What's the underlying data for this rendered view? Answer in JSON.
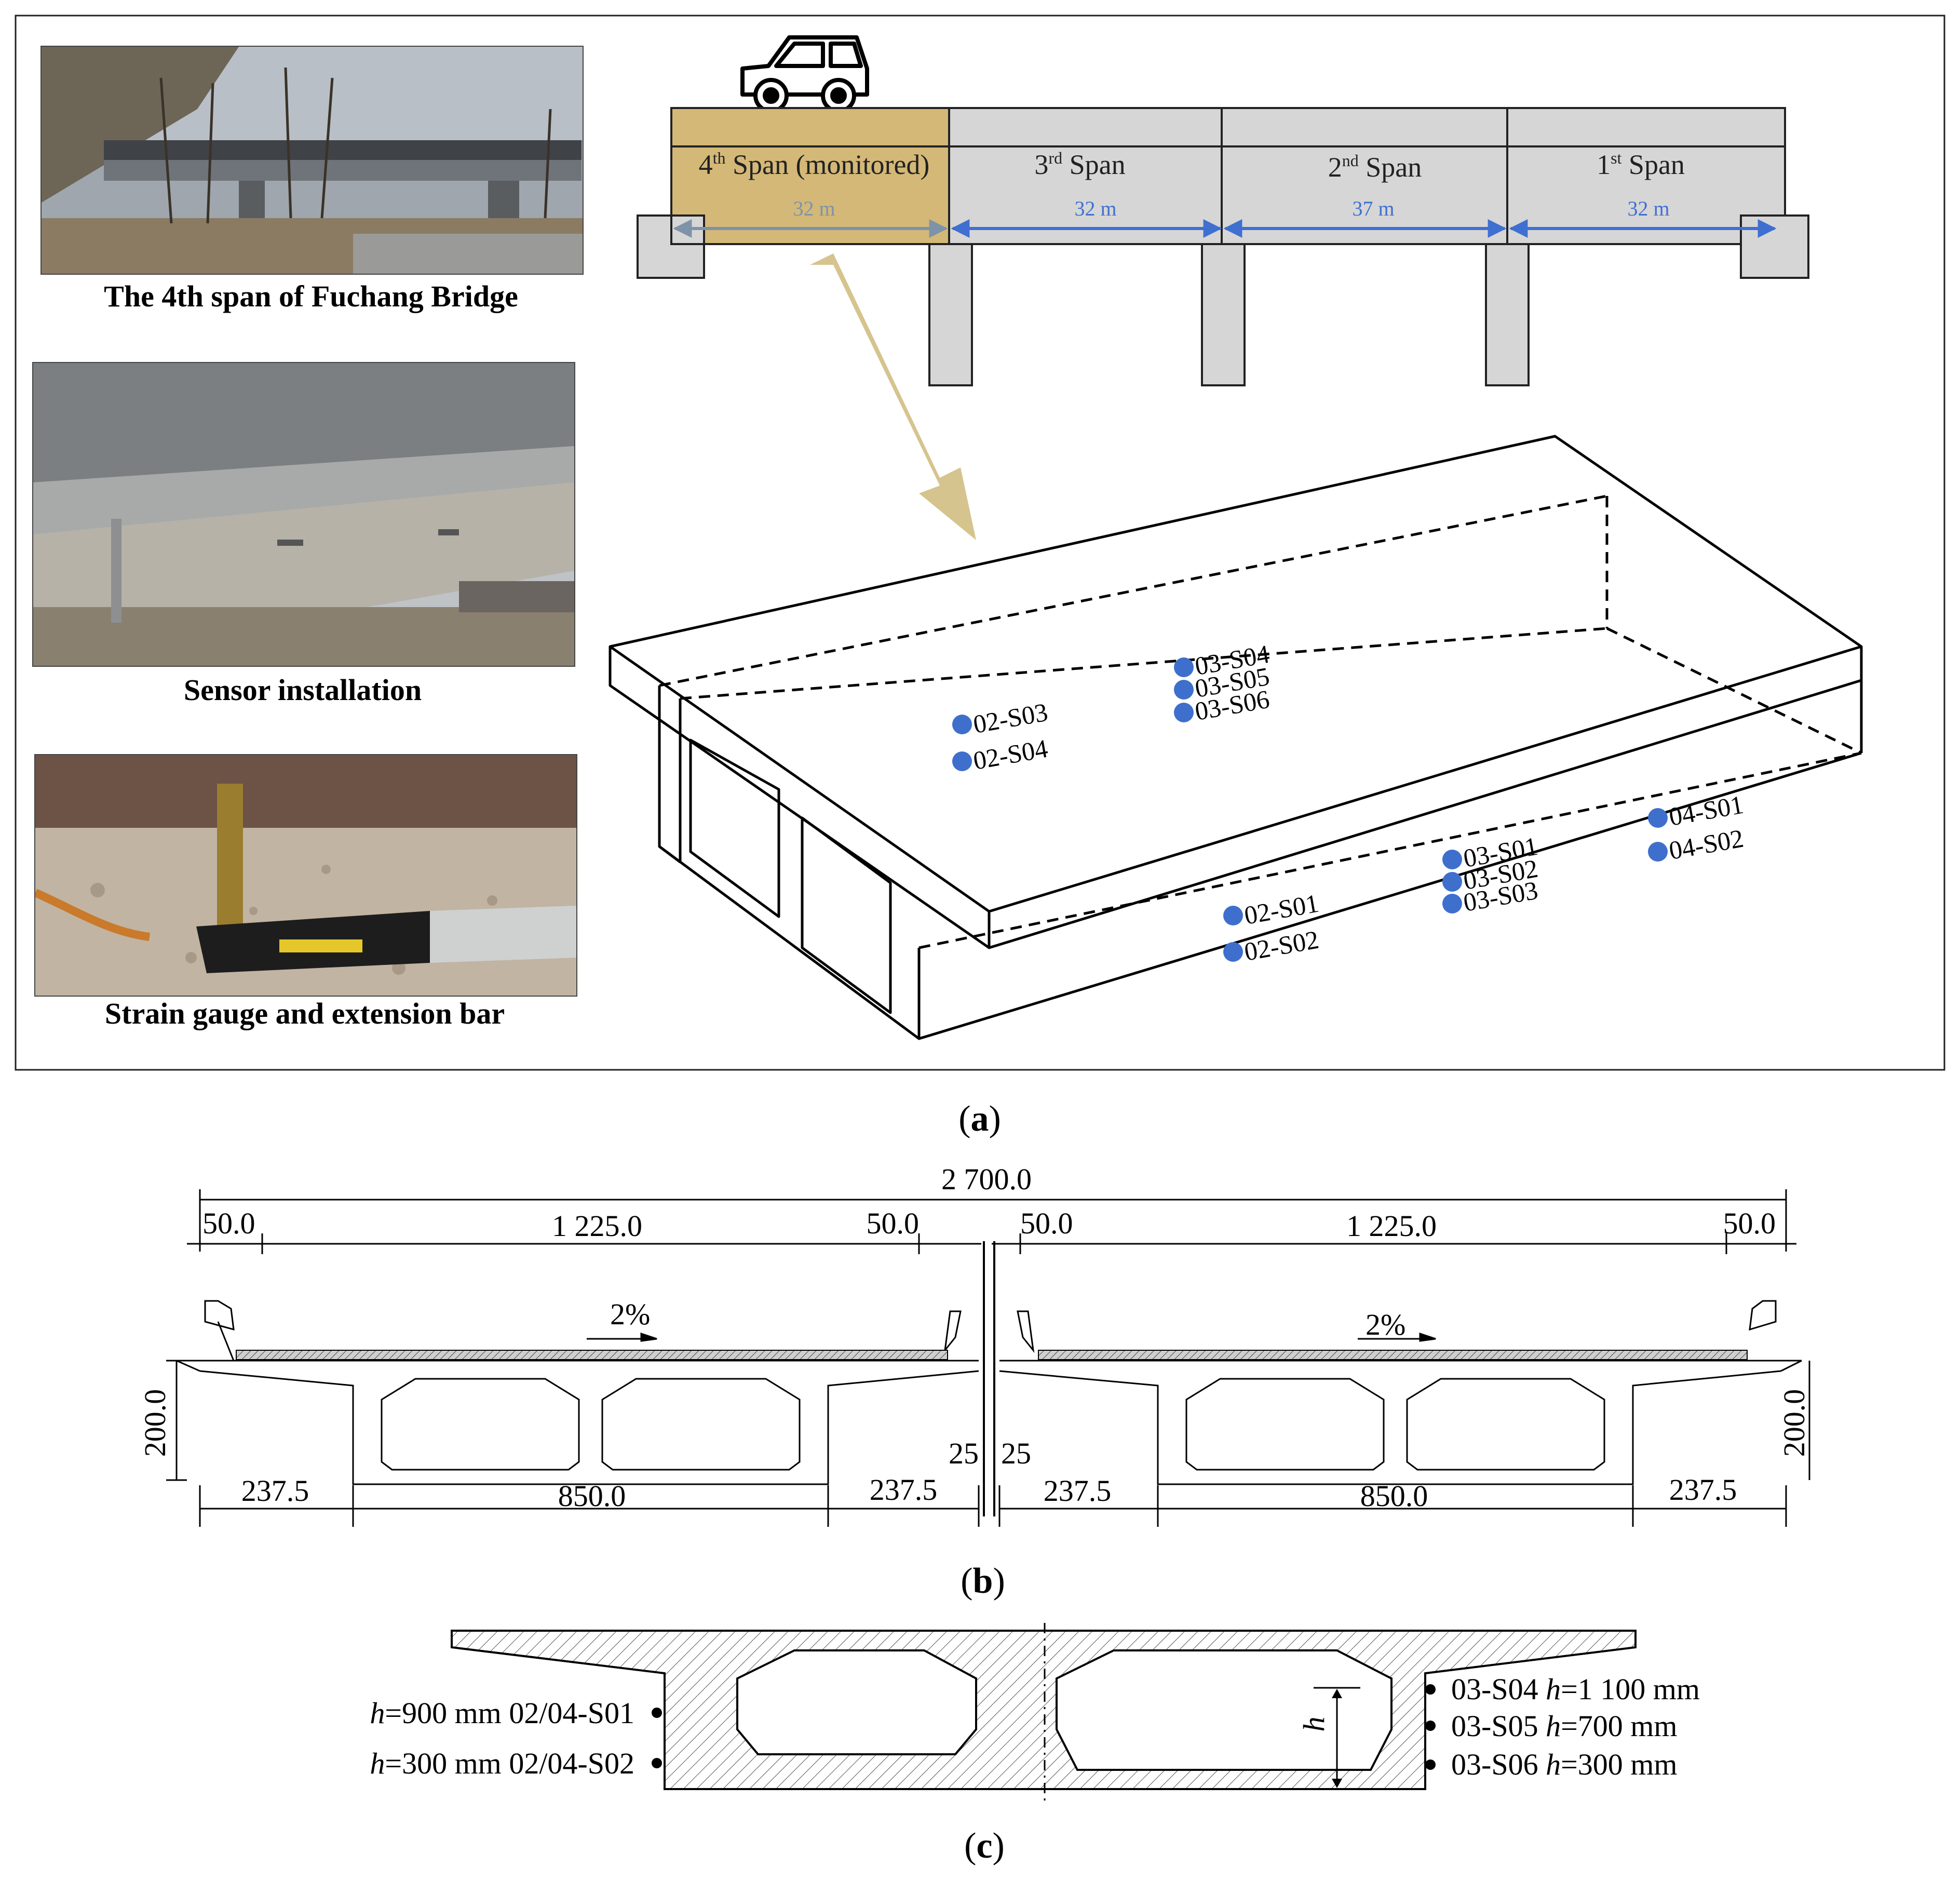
{
  "photos": [
    {
      "caption": "The 4th span of Fuchang Bridge"
    },
    {
      "caption": "Sensor installation"
    },
    {
      "caption": "Strain gauge and extension bar"
    }
  ],
  "elevation": {
    "spans": [
      {
        "ord": "4",
        "sup": "th",
        "label": " Span (monitored)",
        "length": "32 m"
      },
      {
        "ord": "3",
        "sup": "rd",
        "label": " Span",
        "length": "32 m"
      },
      {
        "ord": "2",
        "sup": "nd",
        "label": " Span",
        "length": "37 m"
      },
      {
        "ord": "1",
        "sup": "st",
        "label": " Span",
        "length": "32 m"
      }
    ]
  },
  "sensors_3d": [
    {
      "id": "02-S03"
    },
    {
      "id": "02-S04"
    },
    {
      "id": "03-S04"
    },
    {
      "id": "03-S05"
    },
    {
      "id": "03-S06"
    },
    {
      "id": "02-S01"
    },
    {
      "id": "02-S02"
    },
    {
      "id": "03-S01"
    },
    {
      "id": "03-S02"
    },
    {
      "id": "03-S03"
    },
    {
      "id": "04-S01"
    },
    {
      "id": "04-S02"
    }
  ],
  "section_b": {
    "total": "2 700.0",
    "top_dims": [
      "50.0",
      "1 225.0",
      "50.0",
      "50.0",
      "1 225.0",
      "50.0"
    ],
    "slope": "2%",
    "height": "200.0",
    "gap": "25",
    "bottom_dims": [
      "237.5",
      "850.0",
      "237.5",
      "237.5",
      "850.0",
      "237.5"
    ]
  },
  "section_c": {
    "left": [
      {
        "h": "=900 mm",
        "id": "02/04-S01"
      },
      {
        "h": "=300 mm",
        "id": "02/04-S02"
      }
    ],
    "right": [
      {
        "id": "03-S04",
        "h": "=1 100 mm"
      },
      {
        "id": "03-S05",
        "h": "=700 mm"
      },
      {
        "id": "03-S06",
        "h": "=300 mm"
      }
    ],
    "h_symbol": "h"
  },
  "panel_labels": [
    "a",
    "b",
    "c"
  ],
  "colors": {
    "monitored_span": "#d4b878",
    "other_span": "#d6d6d6",
    "arrow_blue": "#3f6fd1",
    "arrow_gold": "#d6c48f",
    "sensor_dot": "#3e6fcc"
  }
}
